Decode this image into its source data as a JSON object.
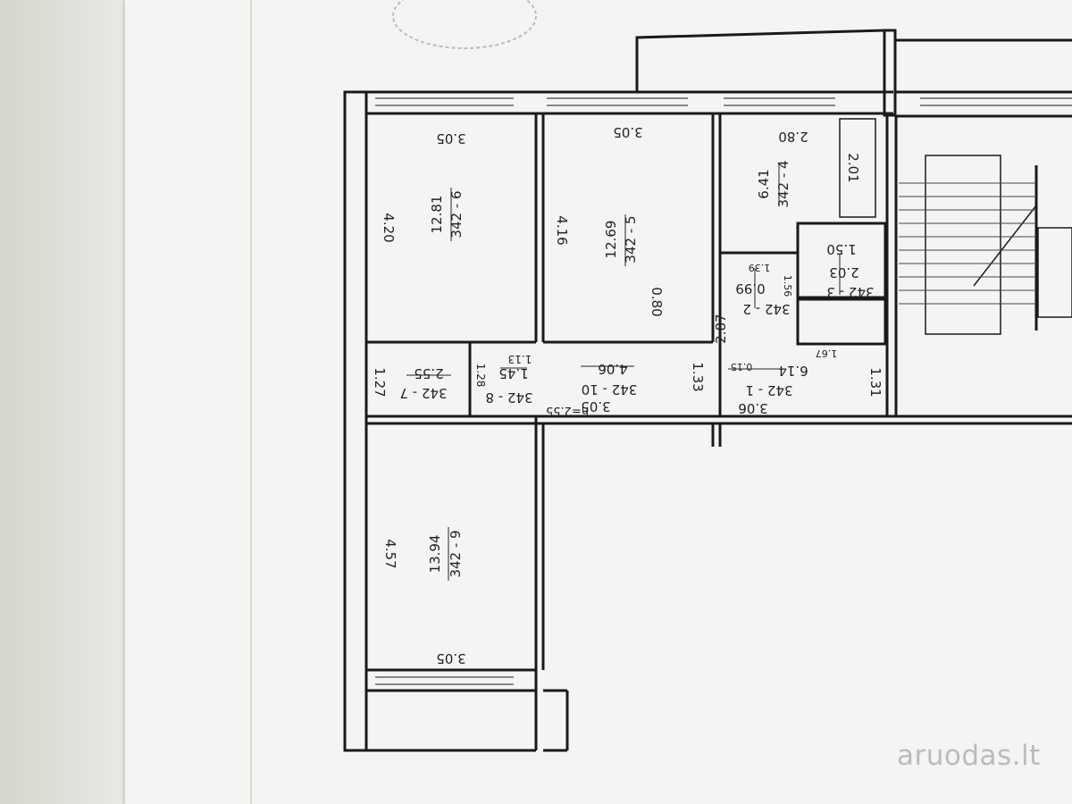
{
  "watermark": "aruodas.lt",
  "rooms": {
    "r6": {
      "code": "342 - 6",
      "area": "12.81",
      "width": "3.05",
      "height": "4.20"
    },
    "r5": {
      "code": "342 - 5",
      "area": "12.69",
      "width": "3.05",
      "height": "4.16",
      "extra": "0.80"
    },
    "r4": {
      "code": "342 - 4",
      "area": "6.41",
      "width": "2.80",
      "height": "2.01"
    },
    "r3": {
      "code": "342 - 3",
      "area": "2.03",
      "width": "1.50"
    },
    "r2": {
      "code": "342 - 2",
      "area": "0.99",
      "d1": "1.39",
      "d2": "1.56",
      "d3": "2.87"
    },
    "r1": {
      "code": "342 - 1",
      "area": "6.14",
      "width": "3.06",
      "d1": "1.31",
      "d2": "1.67",
      "d3": "0.15"
    },
    "r10": {
      "code": "342 - 10",
      "area": "4.06",
      "width": "3.05",
      "h": "h=2.55",
      "d1": "1.33"
    },
    "r8": {
      "code": "342 - 8",
      "area": "1.45",
      "d1": "1.13",
      "d2": "1.28"
    },
    "r7": {
      "code": "342 - 7",
      "area": "2.55",
      "d1": "1.27"
    },
    "r9": {
      "code": "342 - 9",
      "area": "13.94",
      "width": "3.05",
      "height": "4.57"
    }
  }
}
